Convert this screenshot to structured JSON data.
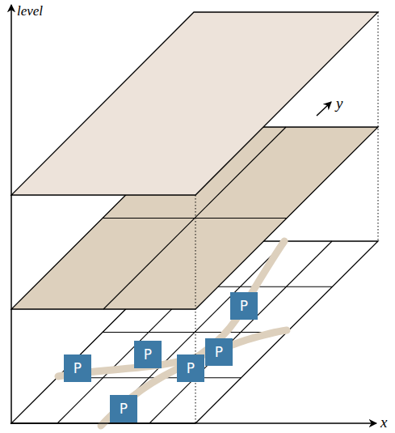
{
  "diagram": {
    "nodes": [
      {
        "text": [
          "P"
        ]
      },
      {
        "text": [
          "P"
        ]
      },
      {
        "text": [
          "P"
        ]
      },
      {
        "text": [
          "P"
        ]
      },
      {
        "text": [
          "P"
        ]
      },
      {
        "text": [
          "P"
        ]
      }
    ],
    "labels": [
      "level",
      "y",
      "x"
    ]
  }
}
